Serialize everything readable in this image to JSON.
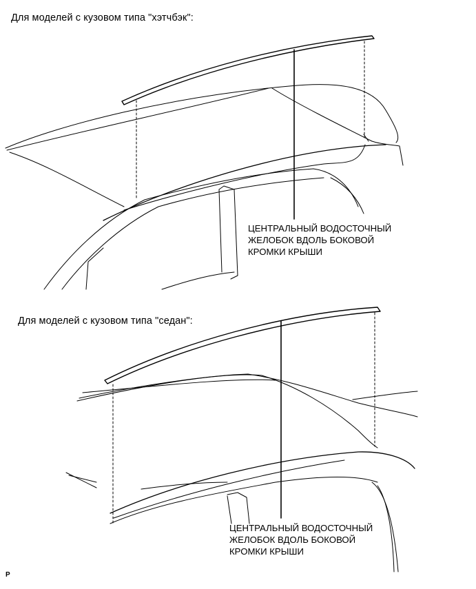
{
  "sections": [
    {
      "caption": "Для моделей с кузовом типа \"хэтчбэк\":",
      "label": "ЦЕНТРАЛЬНЫЙ ВОДОСТОЧНЫЙ\nЖЕЛОБОК ВДОЛЬ БОКОВОЙ\nКРОМКИ КРЫШИ"
    },
    {
      "caption": "Для моделей с кузовом типа \"седан\":",
      "label": "ЦЕНТРАЛЬНЫЙ ВОДОСТОЧНЫЙ\nЖЕЛОБОК ВДОЛЬ БОКОВОЙ\nКРОМКИ КРЫШИ"
    }
  ],
  "footer": {
    "code": "P"
  }
}
